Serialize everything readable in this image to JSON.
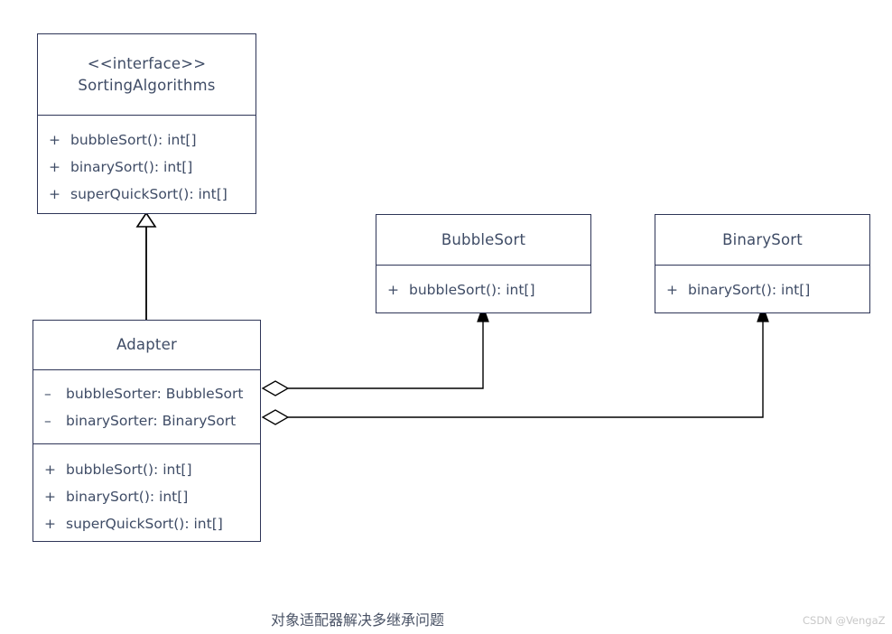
{
  "diagram": {
    "caption": "对象适配器解决多继承问题",
    "watermark": "CSDN @VengaZ",
    "colors": {
      "border": "#2e3557",
      "text": "#3f4c66",
      "edge": "#000000",
      "caption": "#4a5366",
      "watermark": "#c8c8c8",
      "background": "#ffffff"
    }
  },
  "classes": {
    "interface": {
      "stereotype": "<<interface>>",
      "name": "SortingAlgorithms",
      "methods": [
        {
          "visibility": "+",
          "signature": "bubbleSort(): int[]"
        },
        {
          "visibility": "+",
          "signature": "binarySort(): int[]"
        },
        {
          "visibility": "+",
          "signature": "superQuickSort(): int[]"
        }
      ]
    },
    "adapter": {
      "name": "Adapter",
      "attributes": [
        {
          "visibility": "–",
          "signature": "bubbleSorter: BubbleSort"
        },
        {
          "visibility": "–",
          "signature": "binarySorter: BinarySort"
        }
      ],
      "methods": [
        {
          "visibility": "+",
          "signature": "bubbleSort(): int[]"
        },
        {
          "visibility": "+",
          "signature": "binarySort(): int[]"
        },
        {
          "visibility": "+",
          "signature": "superQuickSort(): int[]"
        }
      ]
    },
    "bubbleSort": {
      "name": "BubbleSort",
      "methods": [
        {
          "visibility": "+",
          "signature": "bubbleSort(): int[]"
        }
      ]
    },
    "binarySort": {
      "name": "BinarySort",
      "methods": [
        {
          "visibility": "+",
          "signature": "binarySort(): int[]"
        }
      ]
    }
  },
  "relations": [
    {
      "kind": "realization",
      "from": "Adapter",
      "to": "SortingAlgorithms",
      "marker": "hollow-triangle"
    },
    {
      "kind": "aggregation",
      "from": "Adapter",
      "to": "BubbleSort",
      "marker": "hollow-diamond",
      "target_marker": "solid-arrow"
    },
    {
      "kind": "aggregation",
      "from": "Adapter",
      "to": "BinarySort",
      "marker": "hollow-diamond",
      "target_marker": "solid-arrow"
    }
  ]
}
